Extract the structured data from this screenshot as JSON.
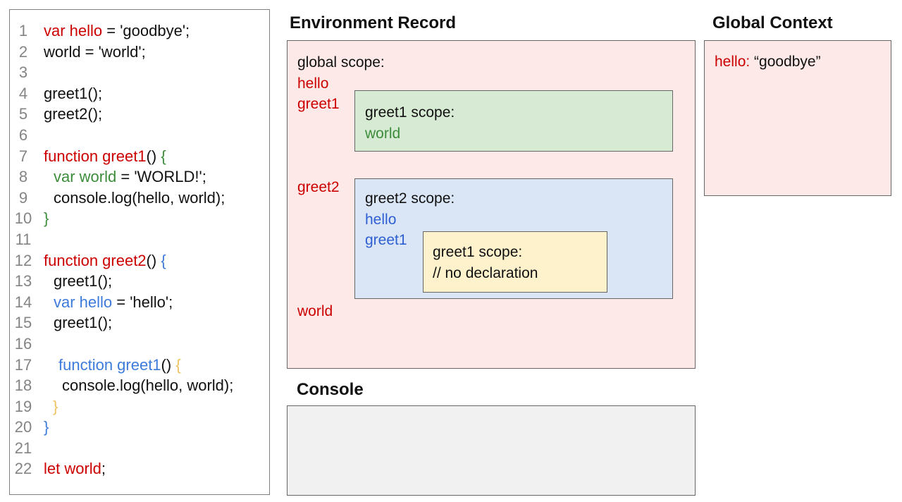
{
  "colors": {
    "ui": {
      "pink_fill": "#fce9e8",
      "green_fill": "#d7ead3",
      "blue_fill": "#dae5f6",
      "yellow_fill": "#fef2cc",
      "console_fill": "#f1f1f1",
      "border": "#666666",
      "panel_border": "#7f7f7f",
      "black": "#111111",
      "gray": "#848484",
      "red": "#cc0000",
      "green_diagram": "#3c8c3c",
      "blue_diagram": "#2e5fd3"
    },
    "code": {
      "black": "#111111",
      "red": "#cc0000",
      "green": "#3c8c3c",
      "blue": "#3d7bdb",
      "orange": "#eec25f"
    }
  },
  "code_panel": {
    "lines": [
      {
        "num": "1",
        "indent": 0,
        "segments": [
          {
            "t": "var hello",
            "c": "red"
          },
          {
            "t": " = 'goodbye';",
            "c": "black"
          }
        ]
      },
      {
        "num": "2",
        "indent": 0,
        "segments": [
          {
            "t": "world = 'world';",
            "c": "black"
          }
        ]
      },
      {
        "num": "3",
        "indent": 0,
        "segments": []
      },
      {
        "num": "4",
        "indent": 0,
        "segments": [
          {
            "t": "greet1();",
            "c": "black"
          }
        ]
      },
      {
        "num": "5",
        "indent": 0,
        "segments": [
          {
            "t": "greet2();",
            "c": "black"
          }
        ]
      },
      {
        "num": "6",
        "indent": 0,
        "segments": []
      },
      {
        "num": "7",
        "indent": 0,
        "segments": [
          {
            "t": "function greet1",
            "c": "red"
          },
          {
            "t": "() ",
            "c": "black"
          },
          {
            "t": "{",
            "c": "green"
          }
        ]
      },
      {
        "num": "8",
        "indent": 14,
        "segments": [
          {
            "t": "var world",
            "c": "green"
          },
          {
            "t": " = 'WORLD!';",
            "c": "black"
          }
        ]
      },
      {
        "num": "9",
        "indent": 14,
        "segments": [
          {
            "t": "console.log(hello, world);",
            "c": "black"
          }
        ]
      },
      {
        "num": "10",
        "indent": 0,
        "segments": [
          {
            "t": "}",
            "c": "green"
          }
        ]
      },
      {
        "num": "11",
        "indent": 0,
        "segments": []
      },
      {
        "num": "12",
        "indent": 0,
        "segments": [
          {
            "t": "function greet2",
            "c": "red"
          },
          {
            "t": "() ",
            "c": "black"
          },
          {
            "t": "{",
            "c": "blue"
          }
        ]
      },
      {
        "num": "13",
        "indent": 14,
        "segments": [
          {
            "t": "greet1();",
            "c": "black"
          }
        ]
      },
      {
        "num": "14",
        "indent": 14,
        "segments": [
          {
            "t": "var hello",
            "c": "blue"
          },
          {
            "t": " = 'hello';",
            "c": "black"
          }
        ]
      },
      {
        "num": "15",
        "indent": 14,
        "segments": [
          {
            "t": "greet1();",
            "c": "black"
          }
        ]
      },
      {
        "num": "16",
        "indent": 0,
        "segments": []
      },
      {
        "num": "17",
        "indent": 21,
        "segments": [
          {
            "t": "function greet1",
            "c": "blue"
          },
          {
            "t": "() ",
            "c": "black"
          },
          {
            "t": "{",
            "c": "orange"
          }
        ]
      },
      {
        "num": "18",
        "indent": 26,
        "segments": [
          {
            "t": "console.log(hello, world);",
            "c": "black"
          }
        ]
      },
      {
        "num": "19",
        "indent": 13,
        "segments": [
          {
            "t": "}",
            "c": "orange"
          }
        ]
      },
      {
        "num": "20",
        "indent": 0,
        "segments": [
          {
            "t": "}",
            "c": "blue"
          }
        ]
      },
      {
        "num": "21",
        "indent": 0,
        "segments": []
      },
      {
        "num": "22",
        "indent": 0,
        "segments": [
          {
            "t": "let world",
            "c": "red"
          },
          {
            "t": ";",
            "c": "black"
          }
        ]
      }
    ]
  },
  "environment": {
    "title": "Environment Record",
    "global_scope": {
      "label": "global scope:",
      "var_hello": "hello",
      "var_greet1": "greet1",
      "var_greet2": "greet2",
      "var_world": "world"
    },
    "greet1_scope": {
      "label": "greet1 scope:",
      "var_world": "world"
    },
    "greet2_scope": {
      "label": "greet2 scope:",
      "var_hello": "hello",
      "var_greet1": "greet1"
    },
    "inner_greet1_scope": {
      "label": "greet1 scope:",
      "comment": "// no declaration"
    }
  },
  "global_context": {
    "title": "Global Context",
    "entry_key": "hello:",
    "entry_value": "“goodbye”"
  },
  "console": {
    "title": "Console"
  }
}
